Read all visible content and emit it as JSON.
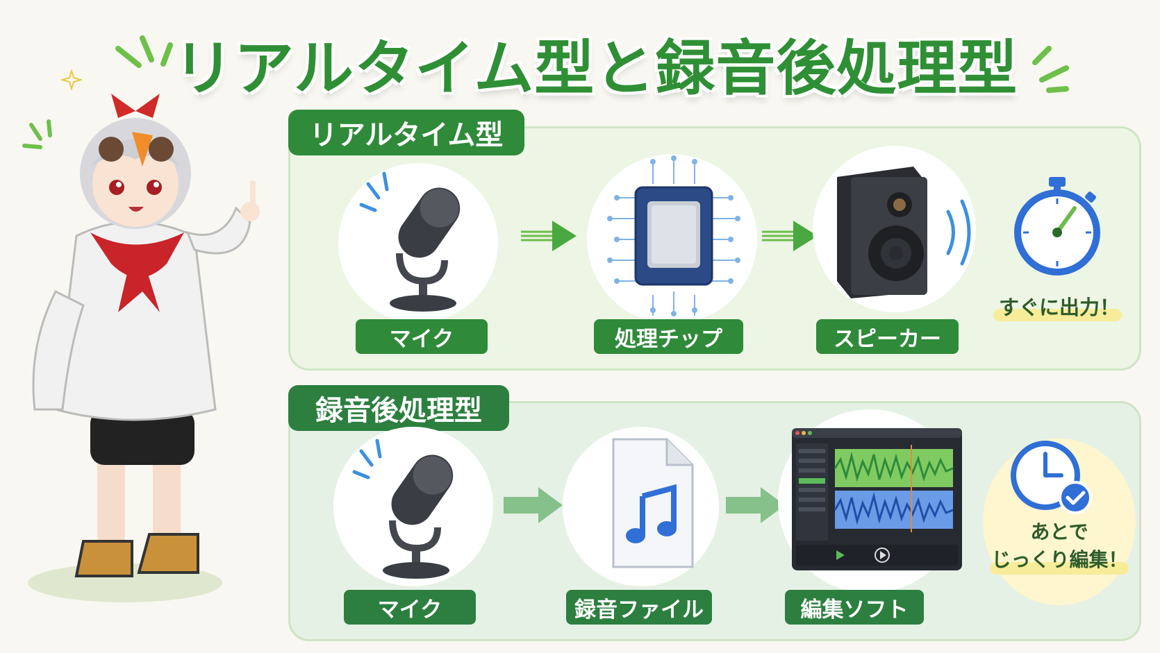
{
  "title": "リアルタイム型と録音後処理型",
  "sections": {
    "realtime": {
      "tag": "リアルタイム型",
      "items": [
        {
          "label": "マイク",
          "icon": "microphone-icon"
        },
        {
          "label": "処理チップ",
          "icon": "chip-icon"
        },
        {
          "label": "スピーカー",
          "icon": "speaker-icon"
        }
      ],
      "note": "すぐに出力！",
      "note_icon": "stopwatch-icon"
    },
    "postprocess": {
      "tag": "録音後処理型",
      "items": [
        {
          "label": "マイク",
          "icon": "microphone-icon"
        },
        {
          "label": "録音ファイル",
          "icon": "music-file-icon"
        },
        {
          "label": "編集ソフト",
          "icon": "editing-software-icon"
        }
      ],
      "note_line1": "あとで",
      "note_line2": "じっくり編集！",
      "note_icon": "clock-check-icon"
    }
  },
  "colors": {
    "primary_green": "#2f8a3a",
    "title_green": "#2f8f35",
    "accent_blue": "#2f6fd6",
    "panel_bg": "#edf5e4"
  }
}
